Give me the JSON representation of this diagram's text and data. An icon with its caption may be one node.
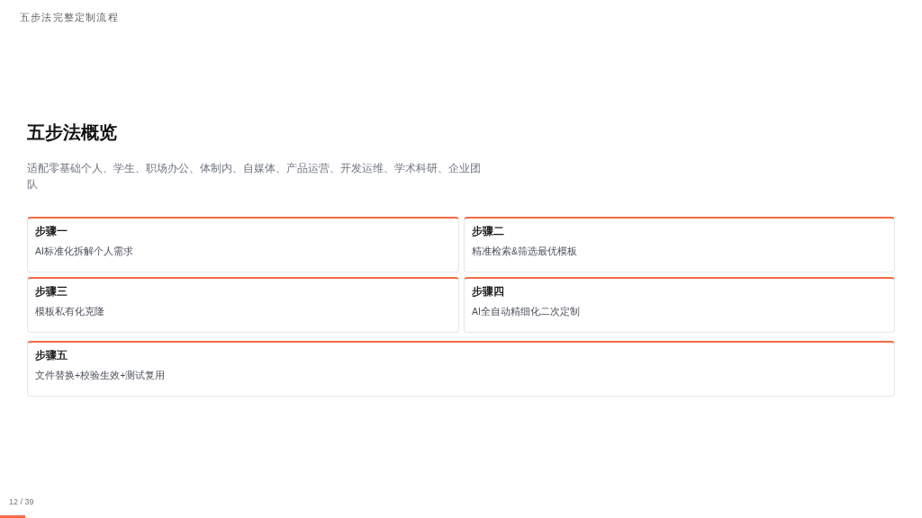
{
  "diagram": {
    "title": "五步法概览",
    "nodes": [
      {
        "text": [
          "步骤一",
          "AI标准化拆解个人需求"
        ]
      },
      {
        "text": [
          "步骤二",
          "精准检索&筛选最优模板"
        ]
      },
      {
        "text": [
          "步骤三",
          "模板私有化克隆"
        ]
      },
      {
        "text": [
          "步骤四",
          "AI全自动精细化二次定制"
        ]
      },
      {
        "text": [
          "步骤五",
          "文件替换+校验生效+测试复用"
        ]
      }
    ],
    "labels": [
      "五步法完整定制流程",
      "适配零基础个人、学生、职场办公、体制内、自媒体、产品运营、开发运维、学术科研、企业团队",
      "12 / 39"
    ]
  }
}
